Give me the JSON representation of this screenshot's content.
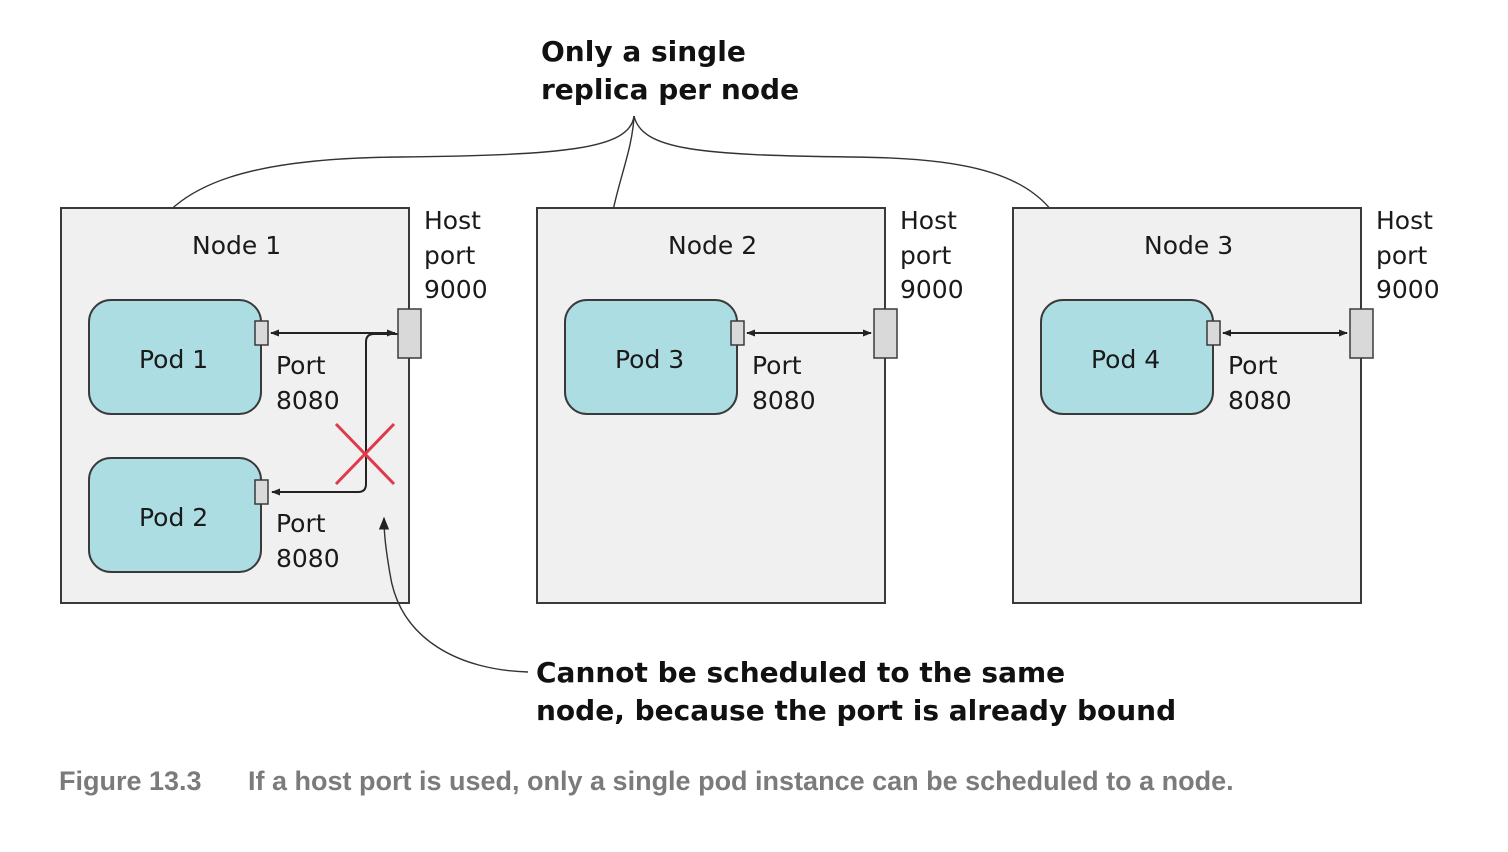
{
  "top_callout": {
    "line1": "Only a single",
    "line2": "replica per node"
  },
  "bottom_callout": {
    "line1": "Cannot be scheduled to the same",
    "line2": "node, because the port is already bound"
  },
  "nodes": [
    {
      "label": "Node 1",
      "host_port": {
        "line1": "Host",
        "line2": "port",
        "line3": "9000"
      },
      "pods": [
        {
          "label": "Pod 1",
          "port_line1": "Port",
          "port_line2": "8080"
        },
        {
          "label": "Pod 2",
          "port_line1": "Port",
          "port_line2": "8080"
        }
      ]
    },
    {
      "label": "Node 2",
      "host_port": {
        "line1": "Host",
        "line2": "port",
        "line3": "9000"
      },
      "pods": [
        {
          "label": "Pod 3",
          "port_line1": "Port",
          "port_line2": "8080"
        }
      ]
    },
    {
      "label": "Node 3",
      "host_port": {
        "line1": "Host",
        "line2": "port",
        "line3": "9000"
      },
      "pods": [
        {
          "label": "Pod 4",
          "port_line1": "Port",
          "port_line2": "8080"
        }
      ]
    }
  ],
  "caption": {
    "number": "Figure 13.3",
    "text": "If a host port is used, only a single pod instance can be scheduled to a node."
  }
}
